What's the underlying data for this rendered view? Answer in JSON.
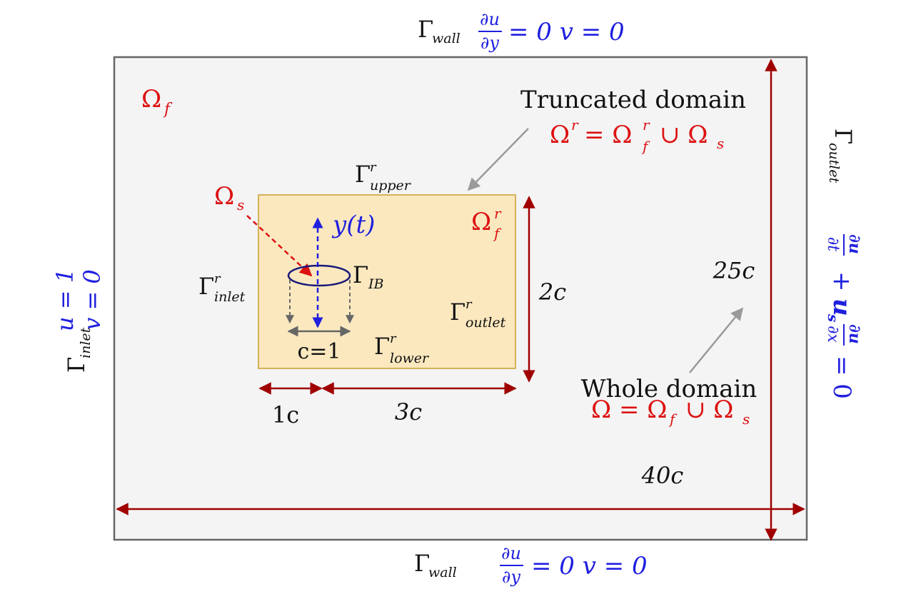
{
  "colors": {
    "dark_red": "#a00000",
    "red": "#dd1111",
    "blue": "#1f1fe0",
    "black": "#111111",
    "gray_arrow": "#9a9a9a",
    "domain_fill": "#f4f4f4",
    "domain_stroke": "#666666",
    "truncated_fill": "#fbe8bf",
    "truncated_stroke": "#d4b25a",
    "cylinder_stroke": "#1a1a7a"
  },
  "top_wall": {
    "gamma": "Γ",
    "sub": "wall",
    "bc_num": "∂u",
    "bc_den": "∂y",
    "bc_rest": "= 0  v = 0"
  },
  "bottom_wall": {
    "gamma": "Γ",
    "sub": "wall",
    "bc_num": "∂u",
    "bc_den": "∂y",
    "bc_rest": "= 0  v = 0"
  },
  "inlet": {
    "gamma": "Γ",
    "sub": "inlet",
    "u_bc": "u = 1",
    "v_bc": "v = 0"
  },
  "outlet": {
    "gamma": "Γ",
    "sub": "outlet",
    "t1_num": "∂u",
    "t1_den": "∂t",
    "plus": "+",
    "us": "u",
    "us_sub": "s",
    "t2_num": "∂u",
    "t2_den": "∂x",
    "eq": "= 0"
  },
  "omega_f": {
    "sym": "Ω",
    "sub": "f"
  },
  "truncated": {
    "title": "Truncated domain",
    "eq_lhs": "Ω",
    "eq_lhs_sup": "r",
    "eq_mid": "= Ω",
    "eq_mid_sub": "f",
    "eq_mid_sup": "r",
    "eq_rest": "∪ Ω",
    "eq_rest_sub": "s"
  },
  "whole": {
    "title": "Whole domain",
    "eq": "Ω = Ω",
    "eq_sub": "f",
    "eq_rest": "∪ Ω",
    "eq_rest_sub": "s"
  },
  "gamma_upper": {
    "sym": "Γ",
    "sup": "r",
    "sub": "upper"
  },
  "gamma_lower": {
    "sym": "Γ",
    "sup": "r",
    "sub": "lower"
  },
  "gamma_inlet_r": {
    "sym": "Γ",
    "sup": "r",
    "sub": "inlet"
  },
  "gamma_outlet_r": {
    "sym": "Γ",
    "sup": "r",
    "sub": "outlet"
  },
  "gamma_ib": {
    "sym": "Γ",
    "sub": "IB"
  },
  "omega_s": {
    "sym": "Ω",
    "sub": "s"
  },
  "omega_f_r": {
    "sym": "Ω",
    "sup": "r",
    "sub": "f"
  },
  "motion": "y(t)",
  "chord": "c=1",
  "dims": {
    "d_1c": "1c",
    "d_3c": "3c",
    "d_2c": "2c",
    "d_25c": "25c",
    "d_40c": "40c"
  }
}
